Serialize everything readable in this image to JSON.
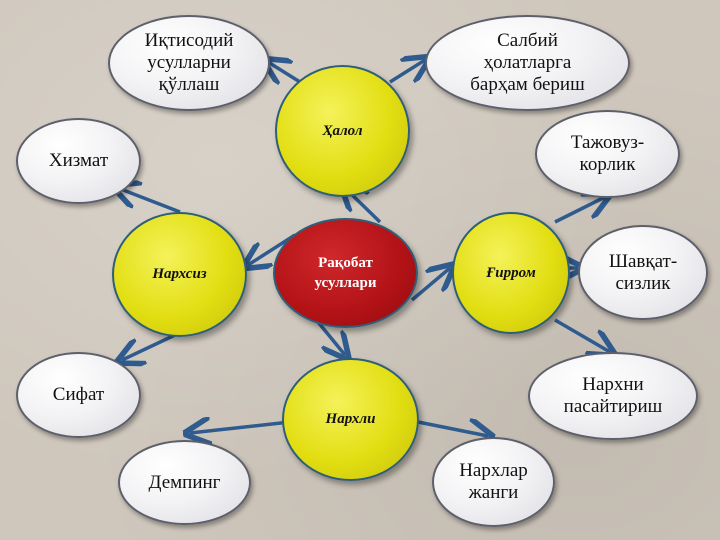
{
  "colors": {
    "background": "#cfc7bc",
    "center_fill": "#b11216",
    "hub_fill": "#e2de12",
    "leaf_fill": "#f3f3f5",
    "arrow": "#2f5b8f"
  },
  "center": {
    "label": "Рақобат\nусуллари"
  },
  "hubs": {
    "halol": {
      "label": "Ҳалол"
    },
    "narxsiz": {
      "label": "Нархсиз"
    },
    "girrom": {
      "label": "Ғирром"
    },
    "narxli": {
      "label": "Нархли"
    }
  },
  "leaves": {
    "iqtisodiy": {
      "label": "Иқтисодий\nусулларни\nқўллаш"
    },
    "salbiy": {
      "label": "Салбий\nҳолатларга\nбарҳам бериш"
    },
    "xizmat": {
      "label": "Хизмат"
    },
    "tajovuz": {
      "label": "Тажовуз-\nкорлик"
    },
    "shavqat": {
      "label": "Шавқат-\nсизлик"
    },
    "sifat": {
      "label": "Сифат"
    },
    "narxni": {
      "label": "Нархни\nпасайтириш"
    },
    "demping": {
      "label": "Демпинг"
    },
    "narxlar": {
      "label": "Нархлар\nжанги"
    }
  }
}
